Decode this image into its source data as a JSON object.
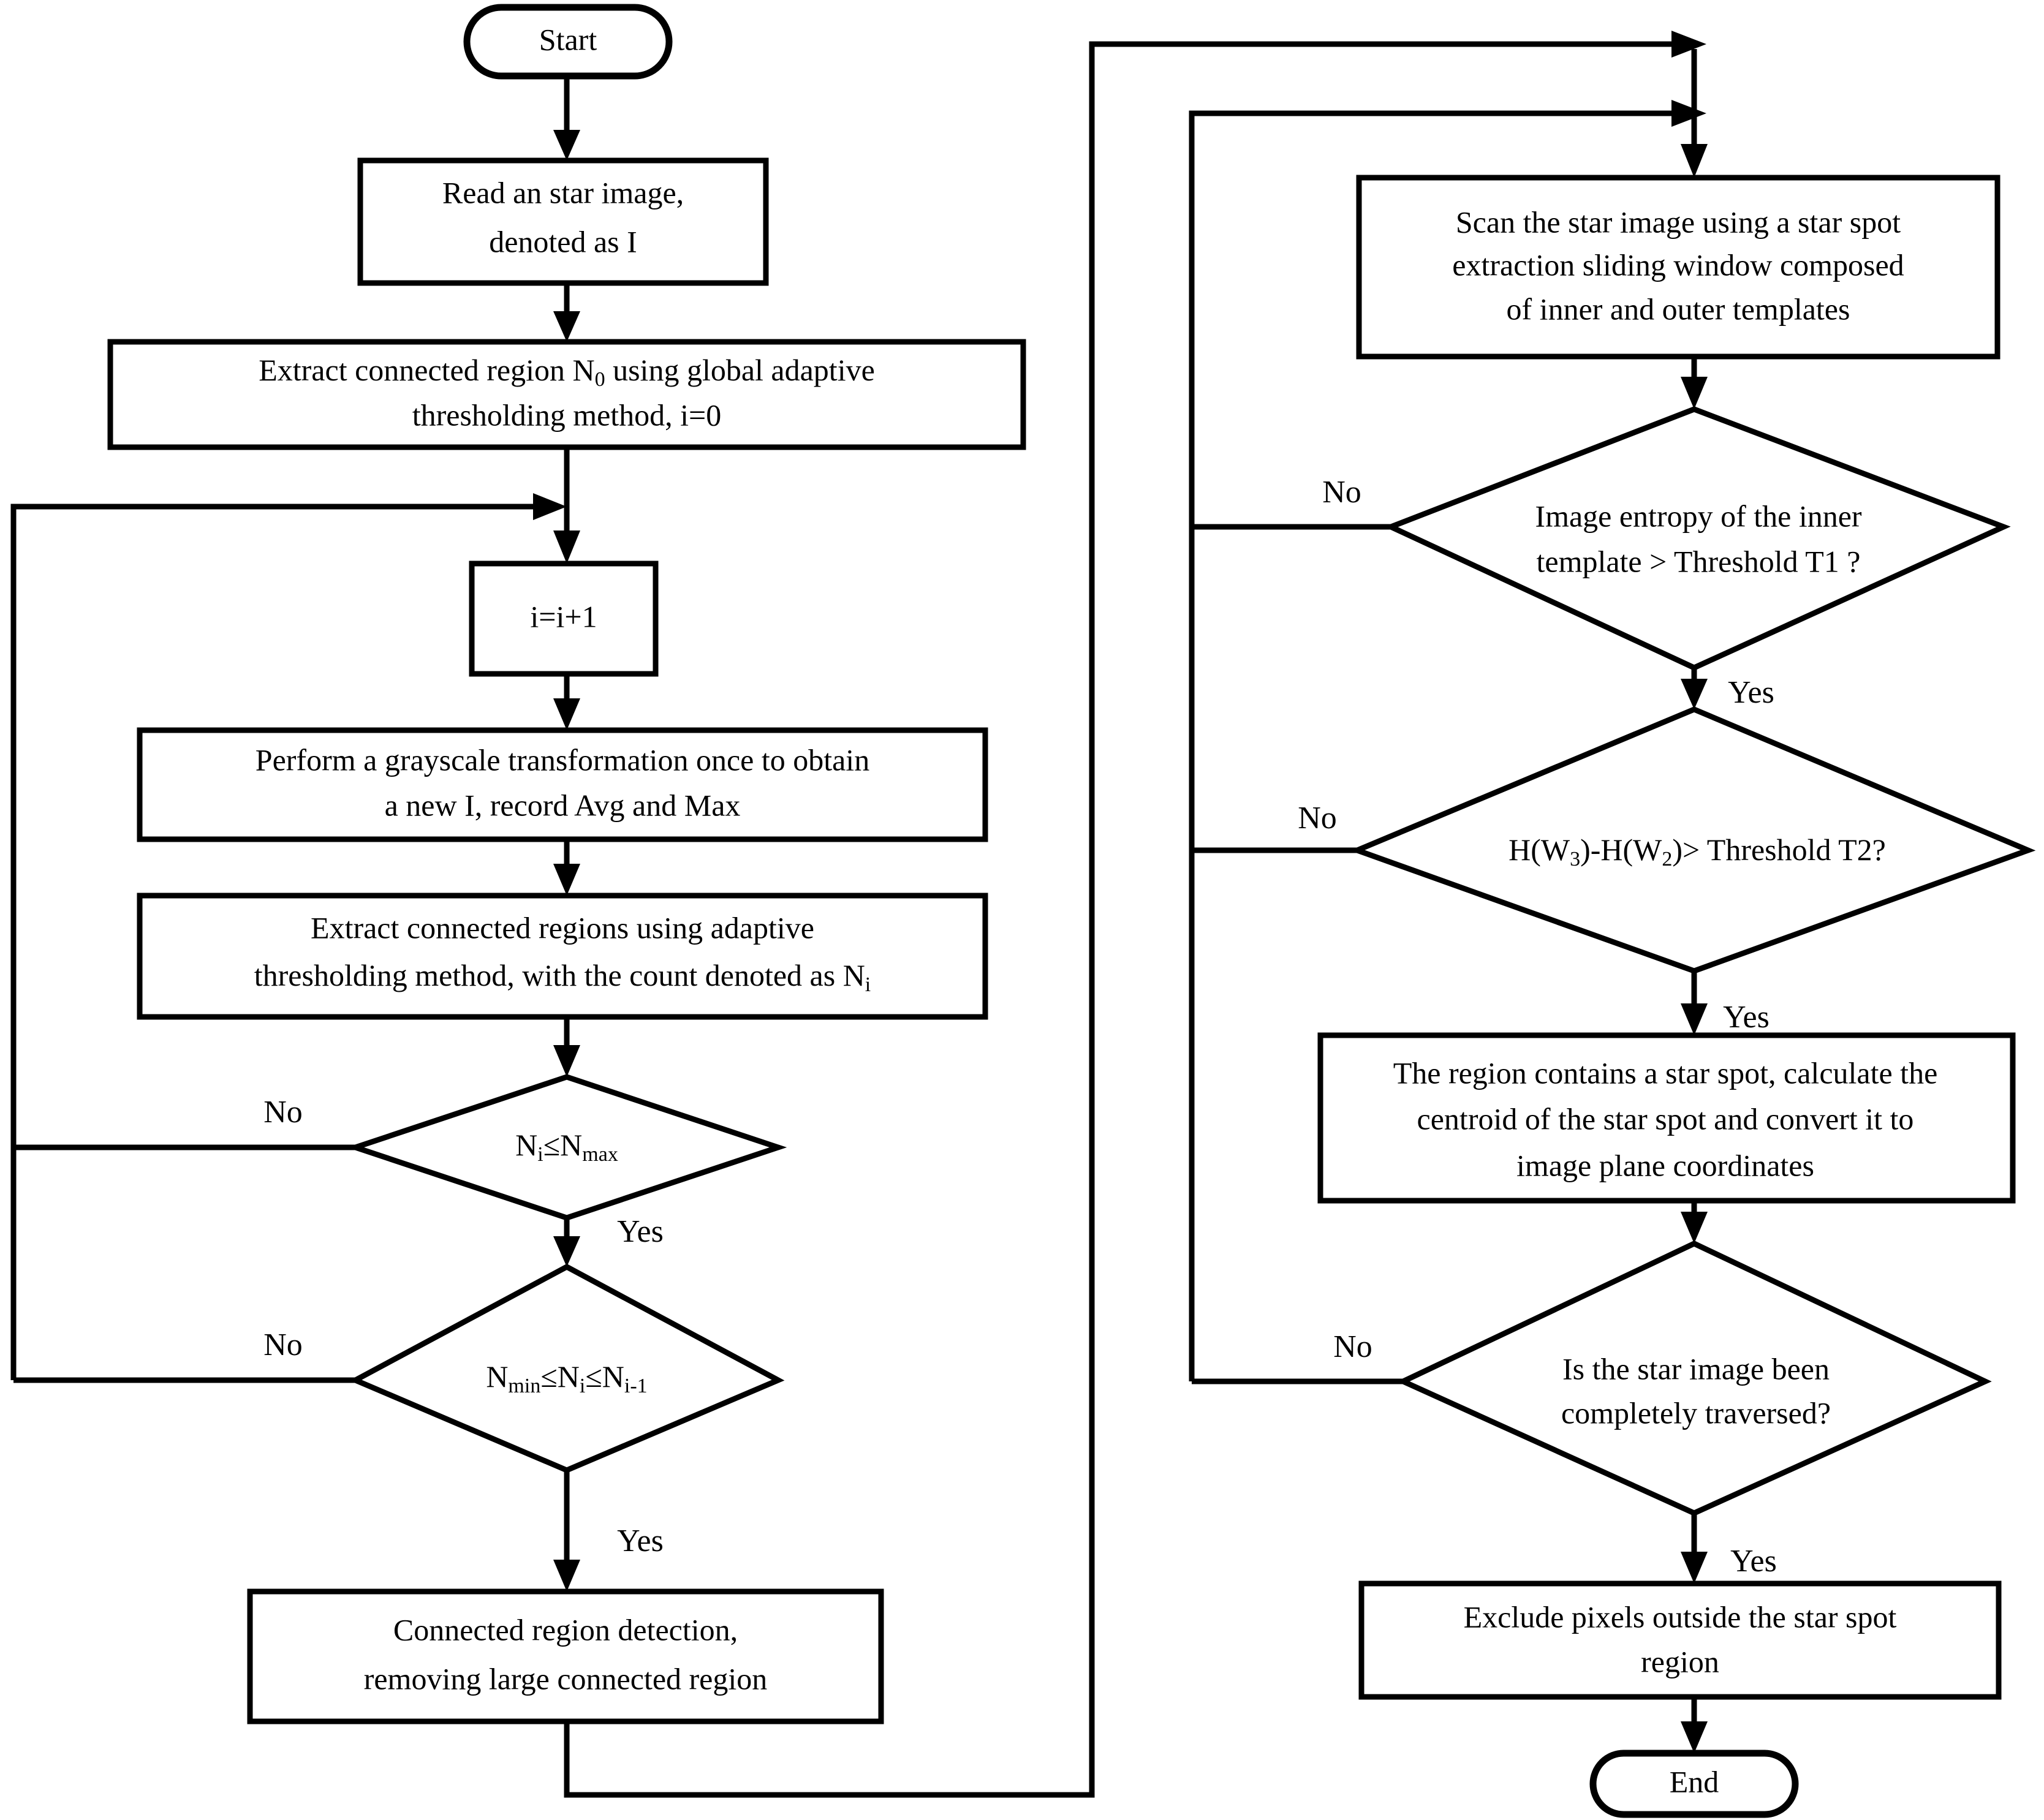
{
  "diagram": {
    "title": "Star spot extraction flowchart",
    "type": "flowchart",
    "stroke_color": "#000000",
    "fill_color": "#ffffff"
  },
  "nodes": {
    "start": {
      "shape": "terminator",
      "text": "Start"
    },
    "read_image": {
      "shape": "process",
      "line1": "Read an star image,",
      "line2": "denoted as I"
    },
    "extract_global": {
      "shape": "process",
      "line1_a": "Extract connected region N",
      "line1_sub": "0",
      "line1_b": " using global adaptive",
      "line2": "thresholding method, i=0"
    },
    "increment": {
      "shape": "process",
      "text": "i=i+1"
    },
    "grayscale": {
      "shape": "process",
      "line1": "Perform a grayscale transformation once to obtain",
      "line2": "a new I, record Avg and Max"
    },
    "extract_adaptive": {
      "shape": "process",
      "line1": "Extract connected regions using adaptive",
      "line2_a": "thresholding method, with the count denoted as N",
      "line2_sub": "i"
    },
    "cond_nmax": {
      "shape": "decision",
      "a": "N",
      "a_sub": "i",
      "op1": "≤",
      "b": "N",
      "b_sub": "max"
    },
    "cond_nrange": {
      "shape": "decision",
      "a": "N",
      "a_sub": "min",
      "op1": "≤",
      "b": "N",
      "b_sub": "i",
      "op2": "≤",
      "c": "N",
      "c_sub": "i-1"
    },
    "region_detect": {
      "shape": "process",
      "line1": "Connected region detection,",
      "line2": "removing large connected region"
    },
    "scan_window": {
      "shape": "process",
      "line1": "Scan the star image using a star spot",
      "line2": "extraction sliding window composed",
      "line3": "of inner and outer templates"
    },
    "cond_entropy": {
      "shape": "decision",
      "line1": "Image entropy of the inner",
      "line2": "template > Threshold T1 ?"
    },
    "cond_hw": {
      "shape": "decision",
      "a": "H(W",
      "a_sub": "3",
      "b": ")-H(W",
      "b_sub": "2",
      "c": ")> Threshold T2?"
    },
    "centroid": {
      "shape": "process",
      "line1": "The region contains a star spot, calculate the",
      "line2": "centroid of the star spot and convert it to",
      "line3": "image plane coordinates"
    },
    "cond_traversed": {
      "shape": "decision",
      "line1": "Is the star image been",
      "line2": "completely traversed?"
    },
    "exclude_pixels": {
      "shape": "process",
      "line1": "Exclude pixels outside the star spot",
      "line2": "region"
    },
    "end": {
      "shape": "terminator",
      "text": "End"
    }
  },
  "edge_labels": {
    "no_nmax": "No",
    "yes_nmax": "Yes",
    "no_nrange": "No",
    "yes_nrange": "Yes",
    "no_entropy": "No",
    "yes_entropy": "Yes",
    "no_hw": "No",
    "yes_hw": "Yes",
    "no_traversed": "No",
    "yes_traversed": "Yes"
  }
}
